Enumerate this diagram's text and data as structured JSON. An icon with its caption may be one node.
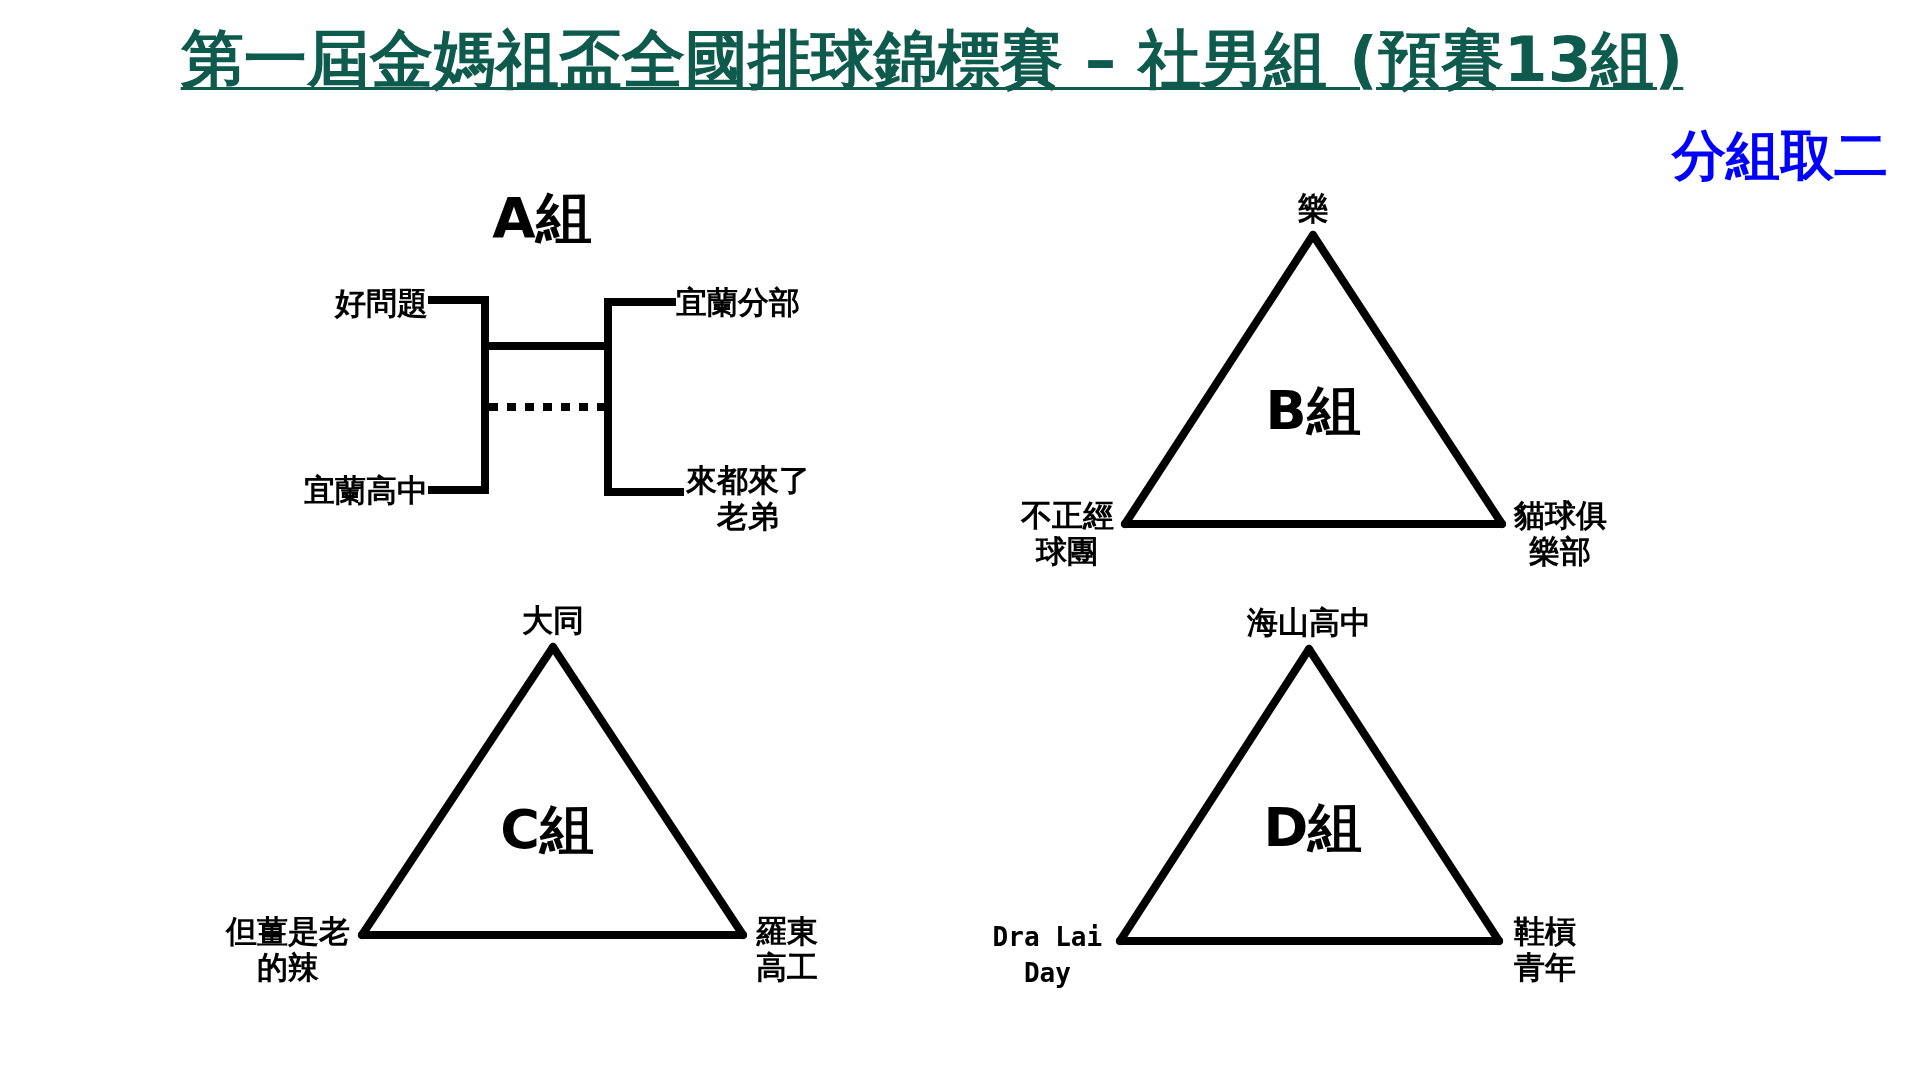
{
  "diagram": {
    "title": "第一屆金媽祖盃全國排球錦標賽 – 社男組 (預賽13組)",
    "nodes": [
      {
        "text": [
          "好問題"
        ]
      },
      {
        "text": [
          "宜蘭分部"
        ]
      },
      {
        "text": [],
        "shape": "bar"
      },
      {
        "text": [],
        "shape": "bar"
      },
      {
        "text": [
          "宜蘭高中"
        ]
      },
      {
        "text": [
          "來都來了老弟"
        ]
      },
      {
        "text": [
          "樂"
        ]
      },
      {
        "text": [
          "不正經球團"
        ]
      },
      {
        "text": [
          "貓球俱樂部"
        ]
      },
      {
        "text": [
          "大同"
        ]
      },
      {
        "text": [
          "但薑是老的辣"
        ]
      },
      {
        "text": [
          "羅東高工"
        ]
      },
      {
        "text": [
          "海山高中"
        ]
      },
      {
        "text": [
          "Dra Lai Day"
        ]
      },
      {
        "text": [
          "鞋槓青年"
        ]
      }
    ],
    "edges": [
      {
        "from": 0,
        "to": 2,
        "arrow": "none"
      },
      {
        "from": 4,
        "to": 2,
        "arrow": "none"
      },
      {
        "from": 2,
        "to": 3,
        "arrow": "none"
      },
      {
        "from": 2,
        "to": 3,
        "arrow": "none",
        "style": "dashed"
      },
      {
        "from": 1,
        "to": 3,
        "arrow": "none"
      },
      {
        "from": 5,
        "to": 3,
        "arrow": "none"
      },
      {
        "from": 6,
        "to": 7,
        "arrow": "none"
      },
      {
        "from": 6,
        "to": 8,
        "arrow": "none"
      },
      {
        "from": 7,
        "to": 8,
        "arrow": "none"
      },
      {
        "from": 9,
        "to": 10,
        "arrow": "none"
      },
      {
        "from": 9,
        "to": 11,
        "arrow": "none"
      },
      {
        "from": 10,
        "to": 11,
        "arrow": "none"
      },
      {
        "from": 12,
        "to": 13,
        "arrow": "none"
      },
      {
        "from": 12,
        "to": 14,
        "arrow": "none"
      },
      {
        "from": 13,
        "to": 14,
        "arrow": "none"
      }
    ],
    "labels": [
      "分組取二",
      "A組",
      "B組",
      "C組",
      "D組"
    ]
  }
}
